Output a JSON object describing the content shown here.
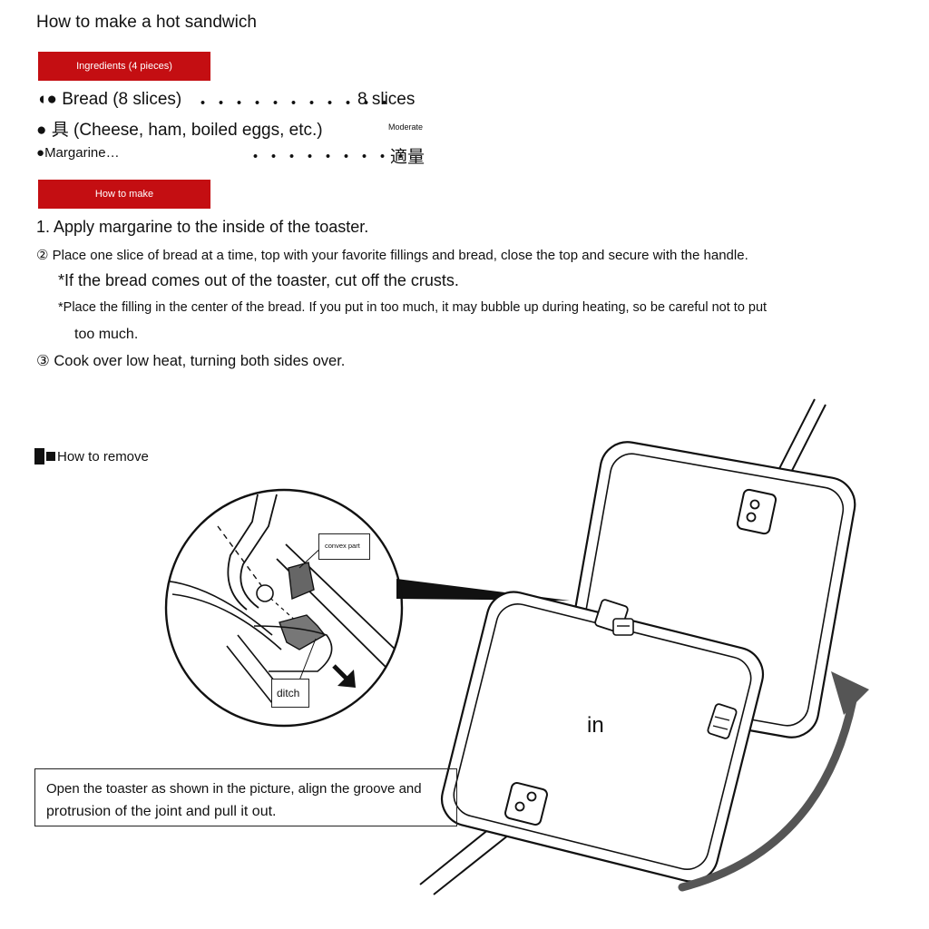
{
  "title": "How to make a hot sandwich",
  "sections": {
    "ingredients_label": "Ingredients (4 pieces)",
    "howto_label": "How to make",
    "remove_label": "How to remove"
  },
  "ingredients": [
    {
      "bullet": "◖●",
      "name": "Bread (8 slices)",
      "dots": "・・・・・・・・・・・",
      "amount": "8 slices"
    },
    {
      "bullet": "●",
      "name": "具 (Cheese, ham, boiled eggs, etc.)",
      "dots": "",
      "amount": "Moderate"
    },
    {
      "bullet": "●",
      "name": "Margarine…",
      "dots": "・・・・・・・・・",
      "amount": "適量"
    }
  ],
  "steps": {
    "s1": "1. Apply margarine to the inside of the toaster.",
    "s2": "② Place one slice of bread at a time, top with your favorite fillings and bread, close the top and secure with the handle.",
    "n1": "*If the bread comes out of the toaster, cut off the crusts.",
    "n2": "*Place the filling in the center of the bread. If you put in too much, it may bubble up during heating, so be careful not to put",
    "n2b": "too much.",
    "s3": "③ Cook over low heat, turning both sides over."
  },
  "diagram": {
    "convex_label": "convex part",
    "ditch_label": "ditch",
    "in_label": "in",
    "caption_line1": "Open the toaster as shown in the picture, align the groove and",
    "caption_line2": "protrusion of the joint and pull it out."
  },
  "colors": {
    "band": "#c40e12",
    "arrow": "#555555"
  },
  "icons": {
    "remove_bullet": "square-bullet-icon",
    "removal_arrow": "arrow-down-right-icon",
    "rotate_arrow": "curved-arrow-icon"
  }
}
